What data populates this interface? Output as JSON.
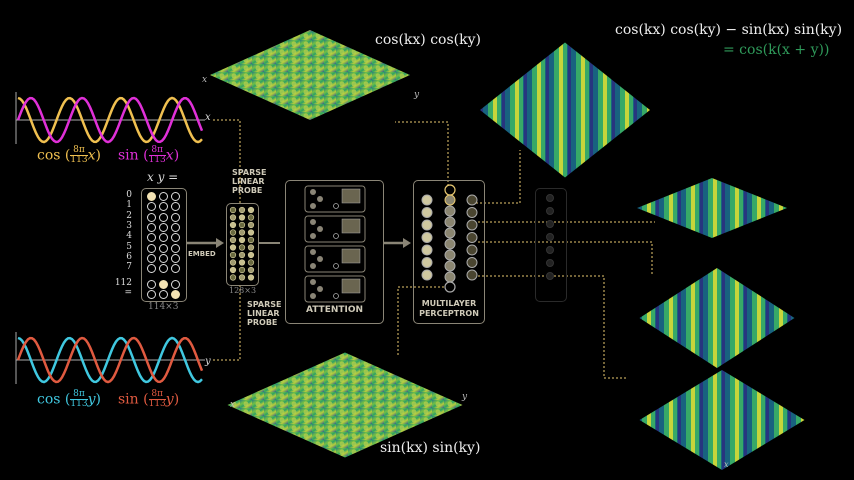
{
  "colors": {
    "cos_x": "#f0c050",
    "sin_x": "#e030d8",
    "cos_y": "#40c8e0",
    "sin_y": "#e05a40",
    "wire": "#e8c870",
    "box": "#8a8576",
    "identity": "#2f9a5a"
  },
  "top_wave": {
    "axis_label": "x",
    "cos_label": "cos",
    "sin_label": "sin",
    "frac_num": "8π",
    "frac_den": "113",
    "var": "x"
  },
  "bottom_wave": {
    "axis_label": "y",
    "cos_label": "cos",
    "sin_label": "sin",
    "frac_num": "8π",
    "frac_den": "113",
    "var": "y"
  },
  "input": {
    "header": "x y =",
    "rows": [
      "0",
      "1",
      "2",
      "3",
      "4",
      "5",
      "6",
      "7",
      "112",
      "="
    ],
    "shape": "114×3",
    "active": [
      [
        0,
        0
      ],
      [
        8,
        1
      ],
      [
        9,
        2
      ]
    ]
  },
  "embed": {
    "label": "EMBED",
    "shape": "128×3"
  },
  "probe_top": "SPARSE LINEAR PROBE",
  "probe_bottom": "SPARSE LINEAR PROBE",
  "attention": {
    "label": "ATTENTION"
  },
  "mlp": {
    "label_1": "MULTILAYER",
    "label_2": "PERCEPTRON"
  },
  "surfaces": {
    "top_left": {
      "label": "cos(kx) cos(ky)",
      "x_axis": "x",
      "y_axis": "y"
    },
    "bottom": {
      "label": "sin(kx) sin(ky)",
      "x_axis": "x",
      "y_axis": "y"
    },
    "top_right": {
      "label": "cos(kx) cos(ky) − sin(kx) sin(ky)",
      "identity": "= cos(k(x + y))"
    },
    "right_axis": "x"
  }
}
